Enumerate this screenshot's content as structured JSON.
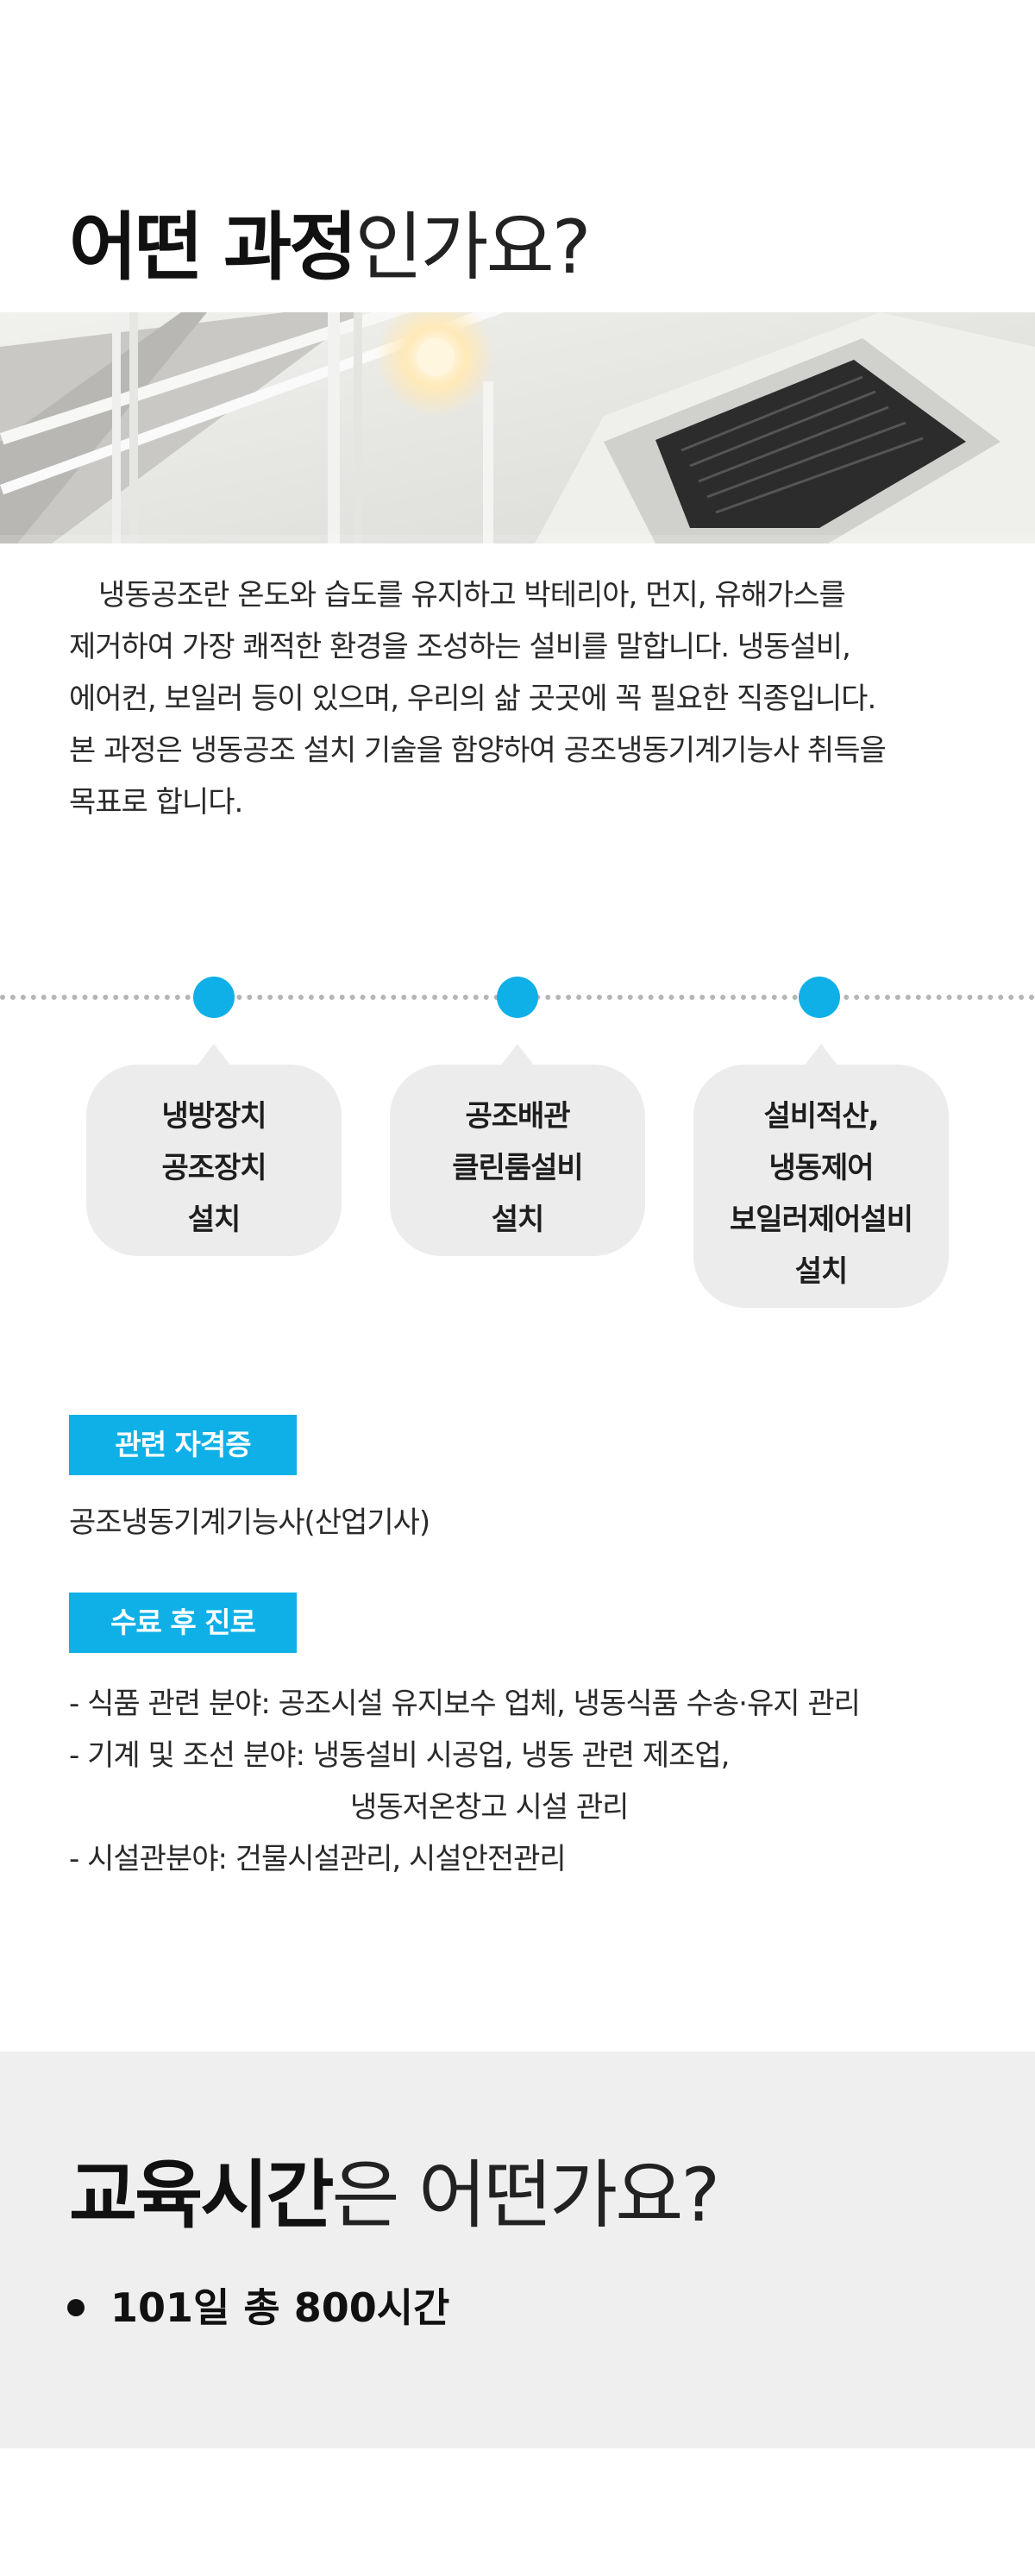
{
  "intro_section": {
    "heading_bold": "어떤 과정",
    "heading_light": "인가요?",
    "description": [
      "냉동공조란 온도와 습도를 유지하고 박테리아, 먼지, 유해가스를",
      "제거하여 가장 쾌적한 환경을 조성하는 설비를 말합니다. 냉동설비,",
      "에어컨, 보일러 등이 있으며, 우리의 삶 곳곳에 꼭 필요한 직종입니다.",
      "본 과정은 냉동공조 설치 기술을 함양하여 공조냉동기계기능사 취득을",
      "목표로 합니다."
    ]
  },
  "timeline": {
    "accent_color": "#0fb0e8",
    "items": [
      {
        "lines": [
          "냉방장치",
          "공조장치",
          "설치"
        ]
      },
      {
        "lines": [
          "공조배관",
          "클린룸설비",
          "설치"
        ]
      },
      {
        "lines": [
          "설비적산,",
          "냉동제어",
          "보일러제어설비",
          "설치"
        ]
      }
    ]
  },
  "certification": {
    "tag": "관련 자격증",
    "text": "공조냉동기계기능사(산업기사)"
  },
  "career": {
    "tag": "수료 후 진로",
    "items": [
      "- 식품 관련 분야: 공조시설 유지보수 업체, 냉동식품 수송·유지 관리",
      "- 기계 및 조선 분야: 냉동설비 시공업, 냉동 관련 제조업,",
      "냉동저온창고 시설 관리",
      "- 시설관분야: 건물시설관리, 시설안전관리"
    ]
  },
  "education": {
    "heading_bold": "교육시간",
    "heading_light": "은 어떤가요?",
    "hours": "101일 총 800시간"
  }
}
